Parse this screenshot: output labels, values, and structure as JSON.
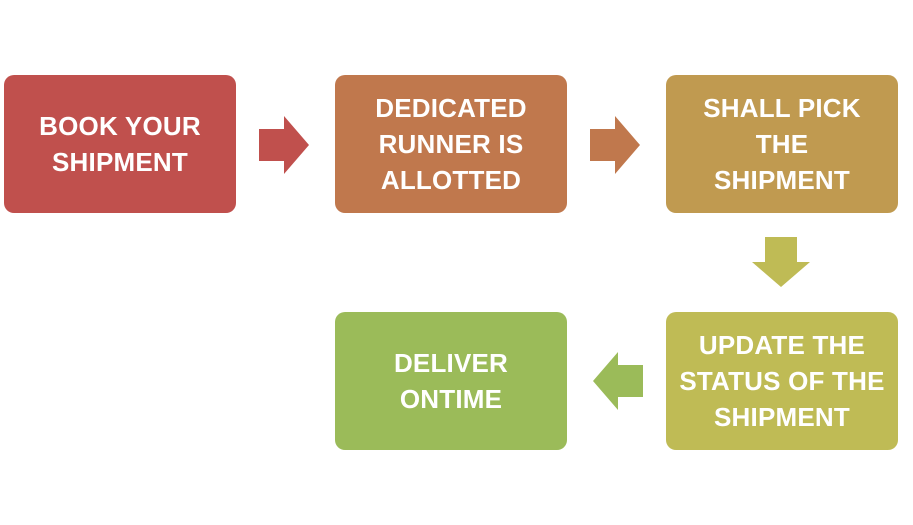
{
  "steps": [
    {
      "id": "book",
      "label": "BOOK YOUR\nSHIPMENT",
      "color": "#c0504d"
    },
    {
      "id": "runner",
      "label": "DEDICATED\nRUNNER IS\nALLOTTED",
      "color": "#c0784d"
    },
    {
      "id": "pickup",
      "label": "SHALL PICK\nTHE\nSHIPMENT",
      "color": "#c09a50"
    },
    {
      "id": "update",
      "label": "UPDATE THE\nSTATUS OF THE\nSHIPMENT",
      "color": "#bfbb55"
    },
    {
      "id": "deliver",
      "label": "DELIVER\nONTIME",
      "color": "#9bbb59"
    }
  ],
  "arrows": [
    {
      "from": "book",
      "to": "runner",
      "direction": "right",
      "color": "#c0504d"
    },
    {
      "from": "runner",
      "to": "pickup",
      "direction": "right",
      "color": "#c0784d"
    },
    {
      "from": "pickup",
      "to": "update",
      "direction": "down",
      "color": "#bfbb55"
    },
    {
      "from": "update",
      "to": "deliver",
      "direction": "left",
      "color": "#9bbb59"
    }
  ]
}
